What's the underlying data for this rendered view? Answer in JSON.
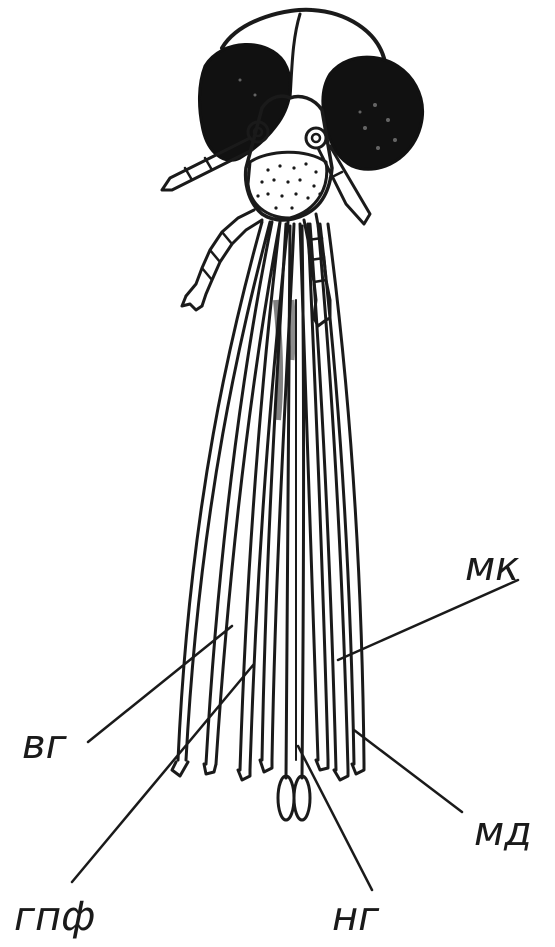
{
  "labels": {
    "mk": "мк",
    "vg": "вг",
    "md": "мд",
    "gpf": "гпф",
    "ng": "нг"
  },
  "colors": {
    "ink": "#1a1a1a",
    "background": "#ffffff"
  }
}
